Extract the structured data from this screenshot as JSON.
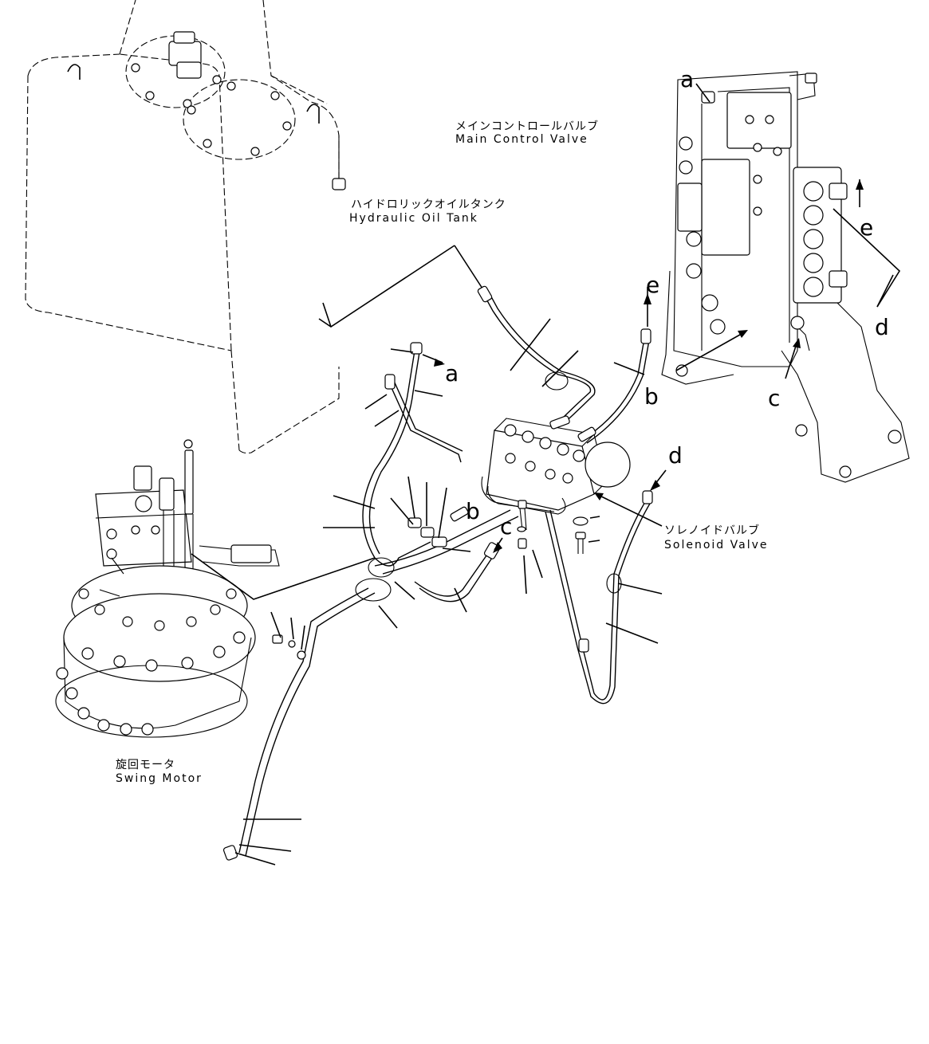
{
  "labels": {
    "main_control_valve": {
      "jp": "メインコントロールバルブ",
      "en": "Main Control Valve"
    },
    "hydraulic_oil_tank": {
      "jp": "ハイドロリックオイルタンク",
      "en": "Hydraulic Oil Tank"
    },
    "solenoid_valve": {
      "jp": "ソレノイドバルブ",
      "en": "Solenoid Valve"
    },
    "swing_motor": {
      "jp": "旋回モータ",
      "en": "Swing Motor"
    }
  },
  "connection_letters": {
    "a_top": "a",
    "a_hose": "a",
    "e_valve": "e",
    "e_hose": "e",
    "d_valve": "d",
    "d_hose": "d",
    "b_right": "b",
    "b_center": "b",
    "c_right": "c",
    "c_center": "c"
  },
  "colors": {
    "line": "#000000",
    "background": "#ffffff"
  }
}
